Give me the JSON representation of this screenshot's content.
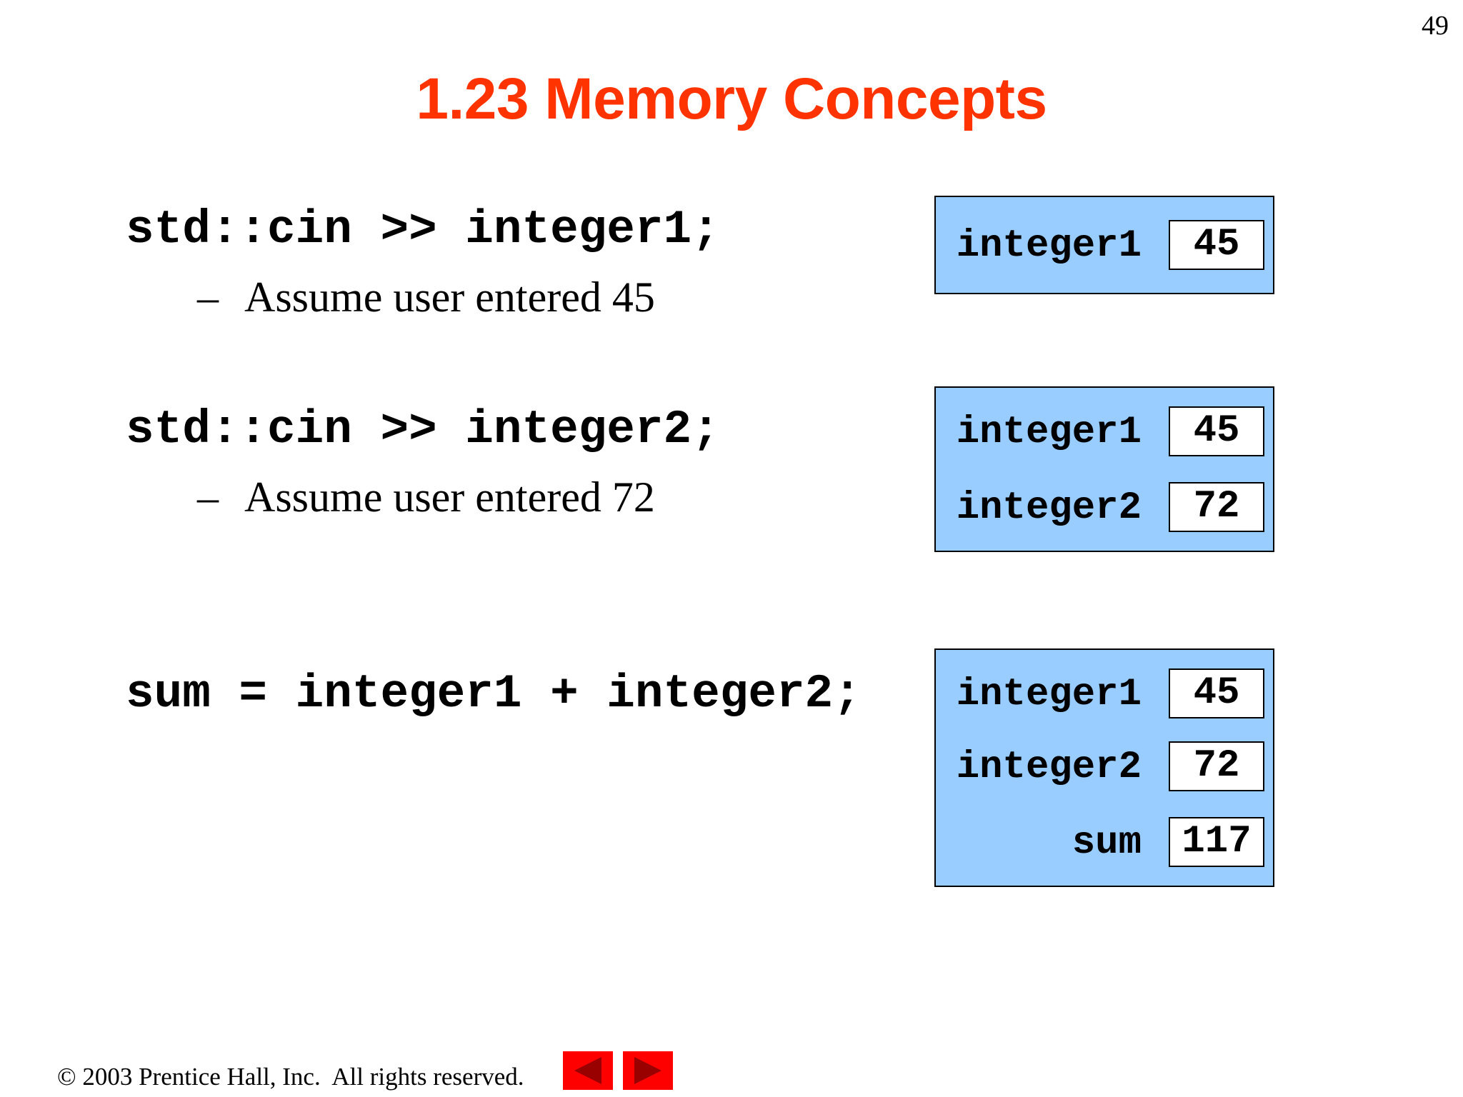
{
  "slide": {
    "page_number": "49",
    "title": "1.23 Memory Concepts",
    "title_color": "#ff3300",
    "copyright": "© 2003 Prentice Hall, Inc.  All rights reserved."
  },
  "statements": [
    {
      "code": "std::cin >> integer1;",
      "note": "Assume user entered 45"
    },
    {
      "code": "std::cin >> integer2;",
      "note": "Assume user entered 72"
    },
    {
      "code": "sum = integer1 + integer2;"
    }
  ],
  "memory_states": [
    {
      "vars": [
        {
          "name": "integer1",
          "value": "45"
        }
      ]
    },
    {
      "vars": [
        {
          "name": "integer1",
          "value": "45"
        },
        {
          "name": "integer2",
          "value": "72"
        }
      ]
    },
    {
      "vars": [
        {
          "name": "integer1",
          "value": "45"
        },
        {
          "name": "integer2",
          "value": "72"
        },
        {
          "name": "sum",
          "value": "117"
        }
      ]
    }
  ],
  "bullet_marker": "–",
  "colors": {
    "memory_box": "#99ccff",
    "nav_button": "#ff0000",
    "nav_arrow": "#990000"
  },
  "navigation": {
    "prev_icon": "triangle-left-icon",
    "next_icon": "triangle-right-icon"
  }
}
